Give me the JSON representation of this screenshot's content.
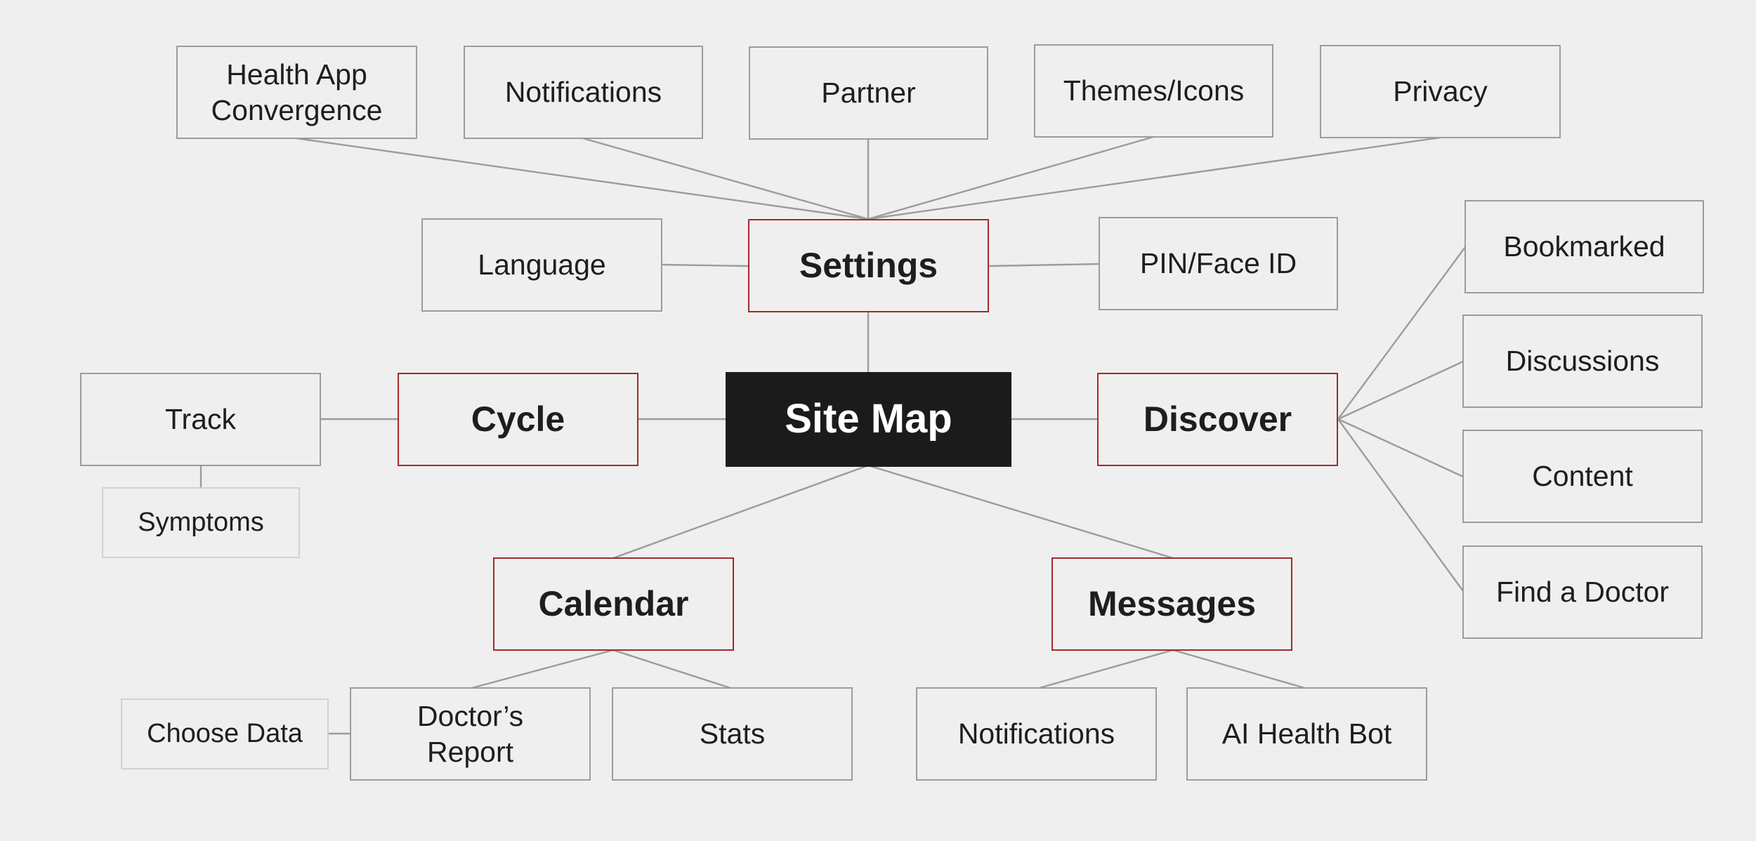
{
  "root": {
    "label": "Site Map"
  },
  "sections": {
    "settings": "Settings",
    "cycle": "Cycle",
    "discover": "Discover",
    "calendar": "Calendar",
    "messages": "Messages"
  },
  "settings_children": {
    "health_app": "Health App\nConvergence",
    "notifications": "Notifications",
    "partner": "Partner",
    "themes": "Themes/Icons",
    "privacy": "Privacy",
    "language": "Language",
    "pin": "PIN/Face ID"
  },
  "cycle_children": {
    "track": "Track",
    "symptoms": "Symptoms"
  },
  "discover_children": {
    "bookmarked": "Bookmarked",
    "discussions": "Discussions",
    "content": "Content",
    "find_doctor": "Find a Doctor"
  },
  "calendar_children": {
    "doctors_report": "Doctor’s\nReport",
    "stats": "Stats",
    "choose_data": "Choose Data"
  },
  "messages_children": {
    "notifications": "Notifications",
    "ai_bot": "AI Health Bot"
  },
  "colors": {
    "background": "#efefef",
    "section_border": "#a32a2a",
    "leaf_border": "#9c9c9c",
    "sub_border": "#d2d2d2",
    "root_fill": "#1b1b1b",
    "root_text": "#ffffff"
  }
}
